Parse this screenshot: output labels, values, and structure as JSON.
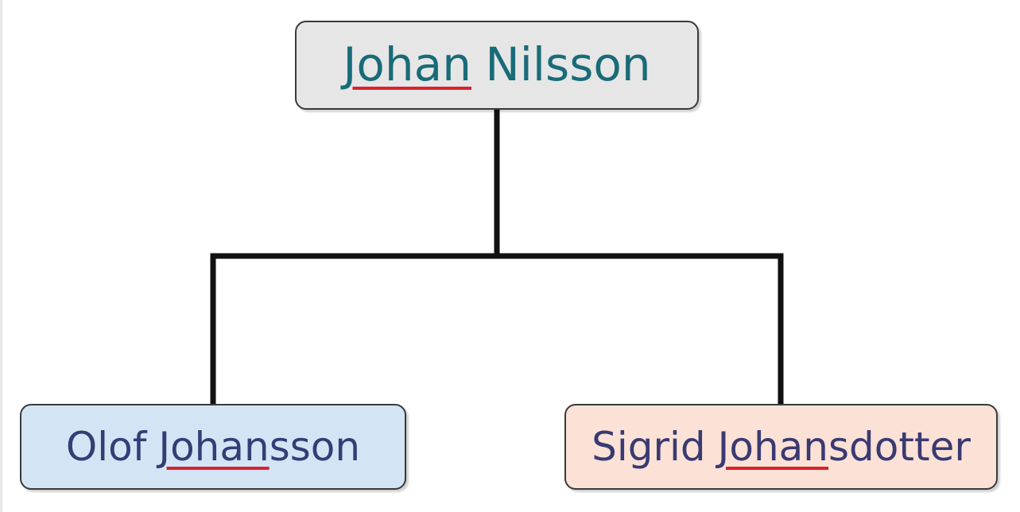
{
  "colors": {
    "connector": "#111111",
    "underline": "#d9232d",
    "parent_fill": "#e6e6e6",
    "parent_text": "#196b78",
    "child_left_fill": "#d3e5f4",
    "child_left_text": "#323f76",
    "child_right_fill": "#fbe1d6",
    "child_right_text": "#3a3a72"
  },
  "parent": {
    "first": "Johan",
    "last": "Nilsson"
  },
  "children": [
    {
      "first": "Olof",
      "surname_root": "Johan",
      "surname_suffix": "sson"
    },
    {
      "first": "Sigrid",
      "surname_root": "Johan",
      "surname_suffix": "sdotter"
    }
  ]
}
